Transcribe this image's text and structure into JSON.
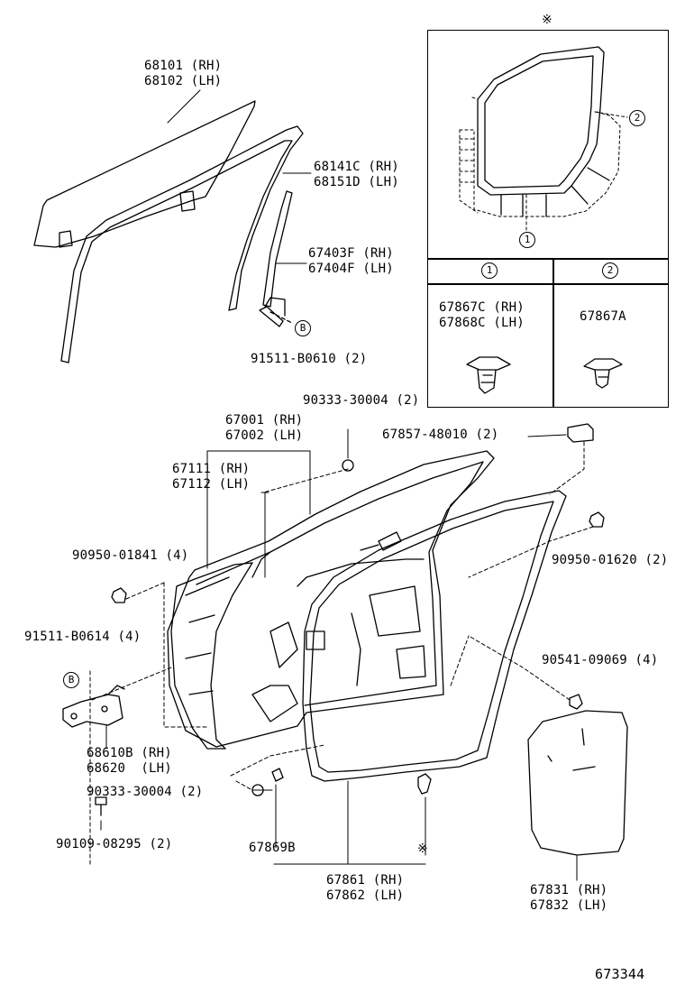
{
  "diagram_id": "673344",
  "inset": {
    "marker": "※",
    "callout_1": "1",
    "callout_2": "2",
    "header_1": "1",
    "header_2": "2",
    "clip_1_part": "67867C (RH)\n67868C (LH)",
    "clip_2_part": "67867A"
  },
  "labels": {
    "glass": "68101 (RH)\n68102 (LH)",
    "run_channel": "68141C (RH)\n68151D (LH)",
    "division_bar": "67403F (RH)\n67404F (LH)",
    "bolt_b_top": "91511-B0610 (2)",
    "plug_top": "90333-30004 (2)",
    "door_panel": "67001 (RH)\n67002 (LH)",
    "outer_panel": "67111 (RH)\n67112 (LH)",
    "cushion": "67857-48010 (2)",
    "nut_left": "90950-01841 (4)",
    "nut_right": "90950-01620 (2)",
    "bolt_b_left": "91511-B0614 (4)",
    "clip_right": "90541-09069 (4)",
    "hinge": "68610B (RH)\n68620  (LH)",
    "plug_bottom": "90333-30004 (2)",
    "bolt_bottom": "90109-08295 (2)",
    "clip_small": "67869B",
    "weatherstrip": "67861 (RH)\n67862 (LH)",
    "service_cover": "67831 (RH)\n67832 (LH)",
    "marker_bottom": "※",
    "ref_b_top": "B",
    "ref_b_left": "B"
  }
}
